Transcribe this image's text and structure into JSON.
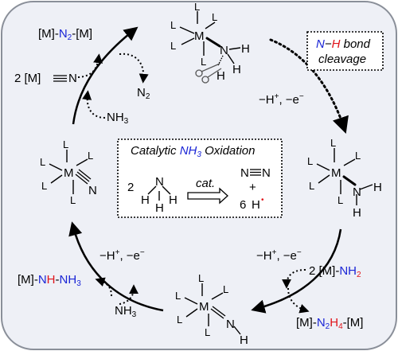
{
  "colors": {
    "frame_fill": "#eef0f6",
    "frame_stroke": "#8a8f99",
    "nitrogen": "#1a25d6",
    "hydrogen": "#e0141a",
    "black": "#000000"
  },
  "symbols": {
    "metal": "M",
    "ligand": "L",
    "nitrogen": "N",
    "hydrogen": "H",
    "dot": "•"
  },
  "reagents": {
    "dimer_top": {
      "left": "[M]-N",
      "sub": "2",
      "right": "-[M]"
    },
    "nitride_reactant": {
      "coef": "2 [M]",
      "atom": "N"
    },
    "n2_product": {
      "atom": "N",
      "sub": "2"
    },
    "nh3_top_left": {
      "atom": "NH",
      "sub": "3"
    },
    "nh3_bottom_left": {
      "atom": "NH",
      "sub": "3"
    },
    "hydrazine_bottom_left": {
      "left": "[M]-",
      "n1": "N",
      "h1": "H",
      "dash": "-",
      "n2": "NH",
      "sub": "3"
    },
    "amido_reactant": {
      "coef": "2 [M]-",
      "atom": "NH",
      "sub": "2"
    },
    "hydrazido_product": {
      "left": "[M]-",
      "atom": "N",
      "sub1": "2",
      "h": "H",
      "sub2": "4",
      "right": "-[M]"
    }
  },
  "steps": {
    "right_upper": {
      "text1": "−H",
      "sup1": "+",
      "text2": ", −e",
      "sup2": "−"
    },
    "right_lower": {
      "text1": "−H",
      "sup1": "+",
      "text2": ", −e",
      "sup2": "−"
    },
    "left_lower": {
      "text1": "−H",
      "sup1": "+",
      "text2": ", −e",
      "sup2": "−"
    }
  },
  "callout": {
    "n": "N",
    "dash": "−",
    "h": "H",
    "bond": " bond",
    "line2": "cleavage"
  },
  "center": {
    "title_pre": "Catalytic ",
    "title_n": "NH",
    "title_sub": "3",
    "title_post": " Oxidation",
    "coef_left": "2",
    "catalyst": "cat.",
    "plus": "+",
    "coef_right": "6"
  }
}
